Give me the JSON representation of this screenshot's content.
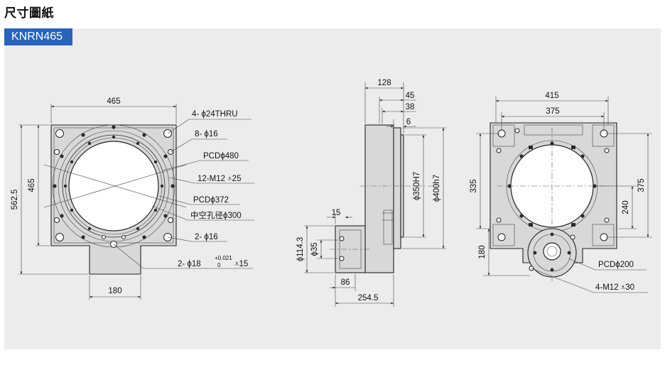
{
  "header": {
    "title": "尺寸圖紙"
  },
  "model": {
    "name": "KNRN465"
  },
  "front_view": {
    "dims": {
      "width_top": "465",
      "height_total": "562.5",
      "height_square": "465",
      "width_bottom": "180"
    },
    "callouts": {
      "thru_holes": "4- ϕ24THRU",
      "holes_16_top": "8- ϕ16",
      "pcd_480": "PCDϕ480",
      "m12_25": "12-M12 ⩡25",
      "pcd_372": "PCDϕ372",
      "hollow": "中空孔径ϕ300",
      "holes_16_bottom": "2- ϕ16",
      "holes_18_prefix": "2- ϕ18",
      "holes_18_tol_upper": "+0.021",
      "holes_18_tol_lower": "0",
      "holes_18_depth": "⩡15"
    }
  },
  "side_view": {
    "dims": {
      "top_128": "128",
      "top_45": "45",
      "top_38": "38",
      "top_6": "6",
      "dia_350": "ϕ350H7",
      "dia_400": "ϕ400h7",
      "left_15": "15",
      "dia_114": "ϕ114.3",
      "dia_35": "ϕ35",
      "bottom_86": "86",
      "bottom_254": "254.5"
    }
  },
  "back_view": {
    "dims": {
      "top_415": "415",
      "top_375": "375",
      "left_335": "335",
      "left_180": "180",
      "right_375": "375",
      "right_240": "240"
    },
    "callouts": {
      "pcd_200": "PCDϕ200",
      "m12_30": "4-M12 ⩡30"
    }
  }
}
